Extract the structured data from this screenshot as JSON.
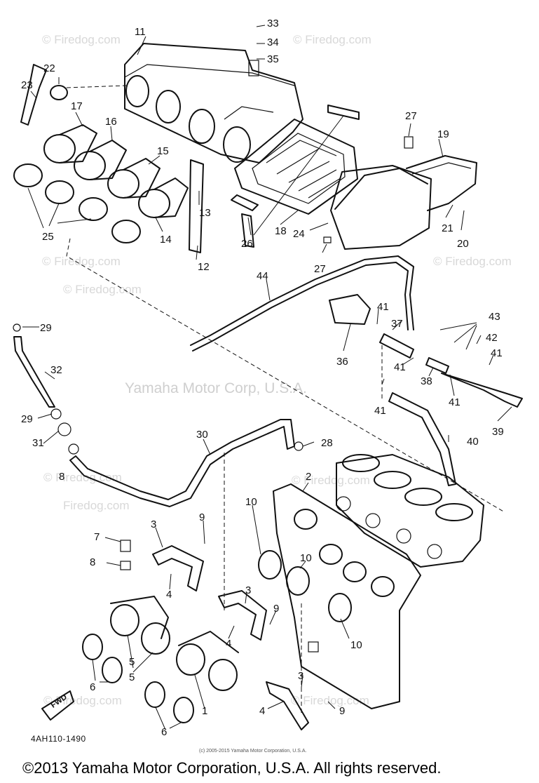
{
  "callouts": [
    "1",
    "2",
    "3",
    "4",
    "5",
    "6",
    "7",
    "8",
    "9",
    "10",
    "11",
    "12",
    "13",
    "14",
    "15",
    "16",
    "17",
    "18",
    "19",
    "20",
    "21",
    "22",
    "23",
    "24",
    "25",
    "26",
    "27",
    "28",
    "29",
    "30",
    "31",
    "32",
    "33",
    "34",
    "35",
    "36",
    "37",
    "38",
    "39",
    "40",
    "41",
    "42",
    "43",
    "44"
  ],
  "watermarks": {
    "site": "© Firedog.com",
    "site_short": "Firedog.com",
    "company": "Yamaha Motor Corp, U.S.A."
  },
  "fwd_label": "FWD",
  "diagram_code": "4AH110-1490",
  "credit": "(c) 2005-2015 Yamaha Motor Corporation, U.S.A.",
  "copyright": "©2013 Yamaha Motor Corporation, U.S.A. All rights reserved."
}
